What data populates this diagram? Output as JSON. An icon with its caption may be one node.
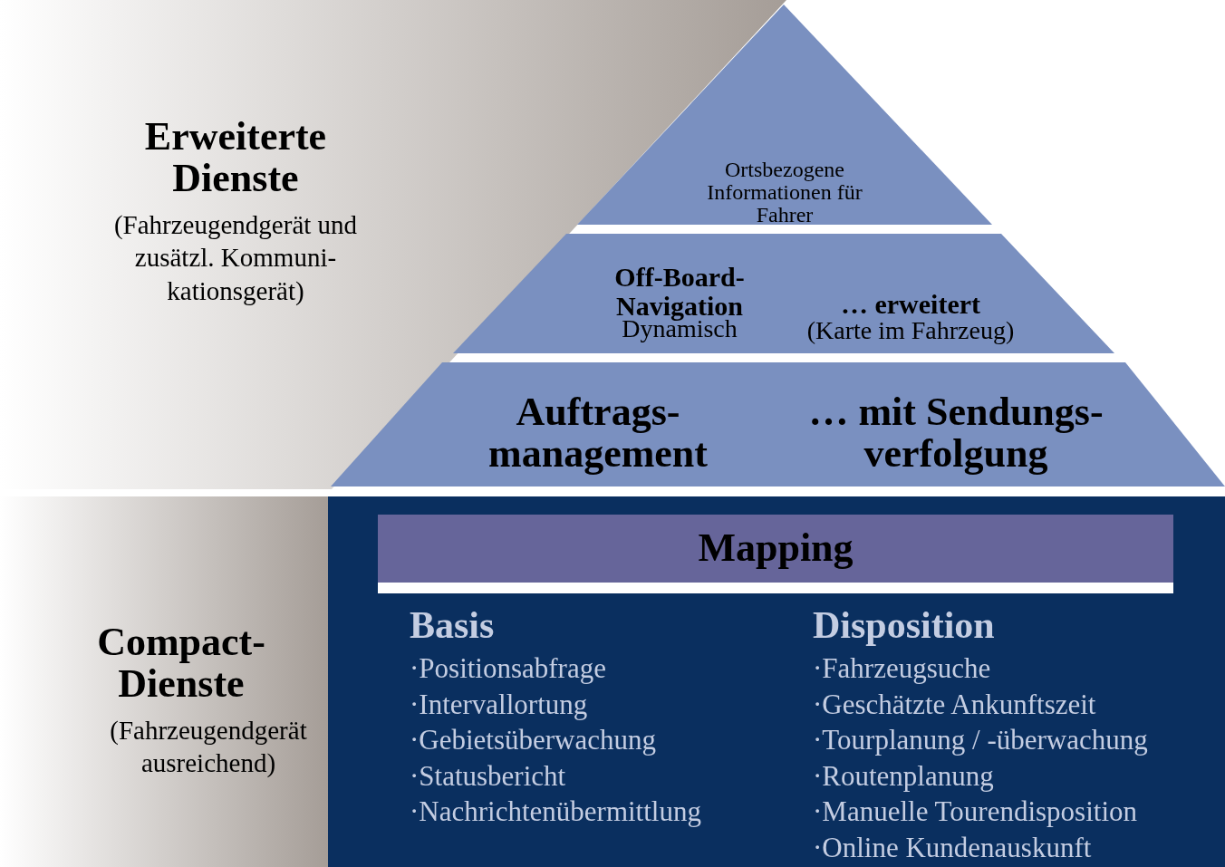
{
  "diagram": {
    "nodes": [
      {
        "text": [
          "Erweiterte Dienste",
          "(Fahrzeugendgerät und zusätzl. Kommuni- kationsgerät)"
        ]
      },
      {
        "text": [
          "Compact- Dienste",
          "(Fahrzeugendgerät ausreichend)"
        ]
      },
      {
        "text": [
          "Ortsbezogene Informationen für Fahrer"
        ]
      },
      {
        "text": [
          "Off-Board- Navigation",
          "Dynamisch",
          "… erweitert",
          "(Karte im Fahrzeug)"
        ]
      },
      {
        "text": [
          "Auftrags- management",
          "… mit Sendungs- verfolgung"
        ]
      },
      {
        "text": [],
        "shape": "box"
      },
      {
        "text": [
          "Mapping"
        ],
        "in": 5
      },
      {
        "text": [
          "Basis",
          "·Positionsabfrage",
          "·Intervallortung",
          "·Gebietsüberwachung",
          "·Statusbericht",
          "·Nachrichtenübermittlung"
        ],
        "in": 5
      },
      {
        "text": [
          "Disposition",
          "·Fahrzeugsuche",
          "·Geschätzte Ankunftszeit",
          "·Tourplanung / -überwachung",
          "·Routenplanung",
          "·Manuelle Tourendisposition",
          "·Online Kundenauskunft"
        ],
        "in": 5
      }
    ]
  }
}
